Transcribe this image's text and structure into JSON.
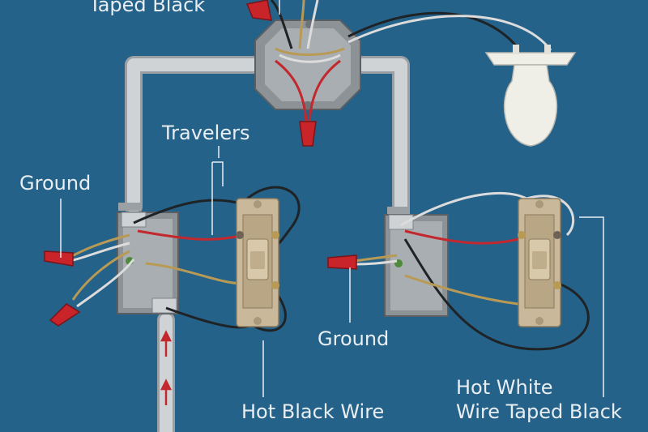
{
  "labels": {
    "top": "Taped Black",
    "travelers": "Travelers",
    "ground_left": "Ground",
    "ground_right": "Ground",
    "hot_black": "Hot Black Wire",
    "hot_white_line1": "Hot White",
    "hot_white_line2": "Wire Taped Black"
  },
  "colors": {
    "background": "#24628a",
    "conduit": "#c9ccce",
    "box": "#8d9296",
    "wire_red": "#c2282e",
    "wire_black": "#1f2326",
    "wire_white": "#dcdcdc",
    "wire_ground": "#b89a54",
    "connector": "#c8242a",
    "switch_plate": "#c9b89a",
    "bulb": "#efefe8",
    "label_text": "#e9eef2"
  },
  "icons": [
    "wire-nut-icon",
    "light-bulb-icon",
    "three-way-switch-icon",
    "junction-box-icon",
    "arrow-up-icon"
  ]
}
